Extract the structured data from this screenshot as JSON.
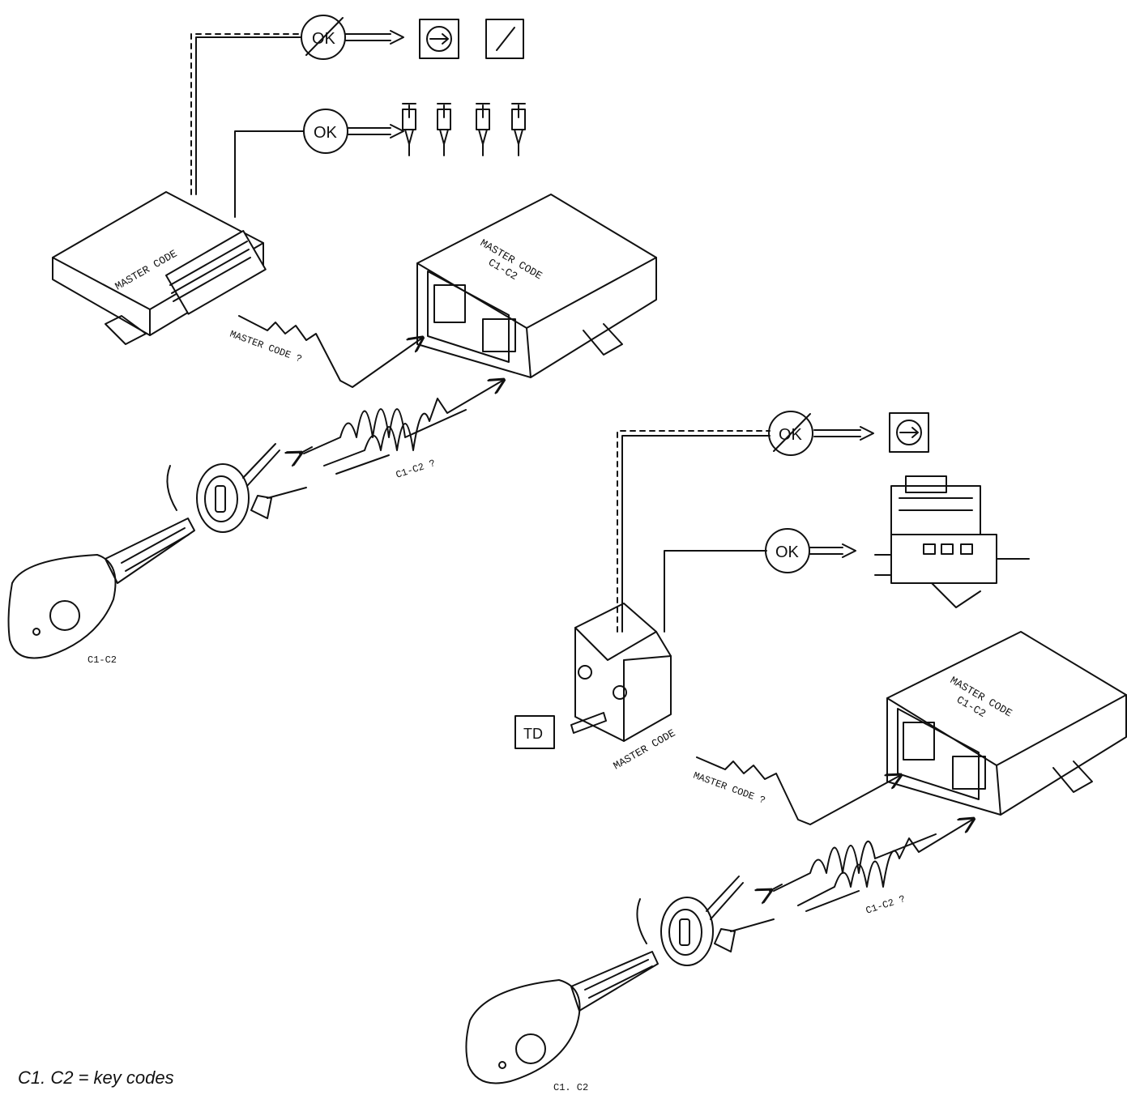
{
  "diagram": {
    "status_ok": "OK",
    "master_code_label": "MASTER CODE",
    "key_code_label": "C1-C2",
    "question_master": "MASTER CODE ?",
    "question_keys": "C1-C2 ?",
    "key_label": "C1-C2",
    "key_label_lower": "C1. C2",
    "tdc_label": "TD",
    "caption": "C1. C2 = key codes"
  },
  "colors": {
    "line": "#111111",
    "background": "#ffffff"
  },
  "icons": [
    "crossed-ok-icon",
    "ok-icon",
    "warning-lamp-icon",
    "fuel-gauge-icon",
    "injector-icon",
    "injection-pump-icon",
    "ignition-lock-icon",
    "key-icon",
    "ecu-icon",
    "antenna-coil-icon"
  ]
}
